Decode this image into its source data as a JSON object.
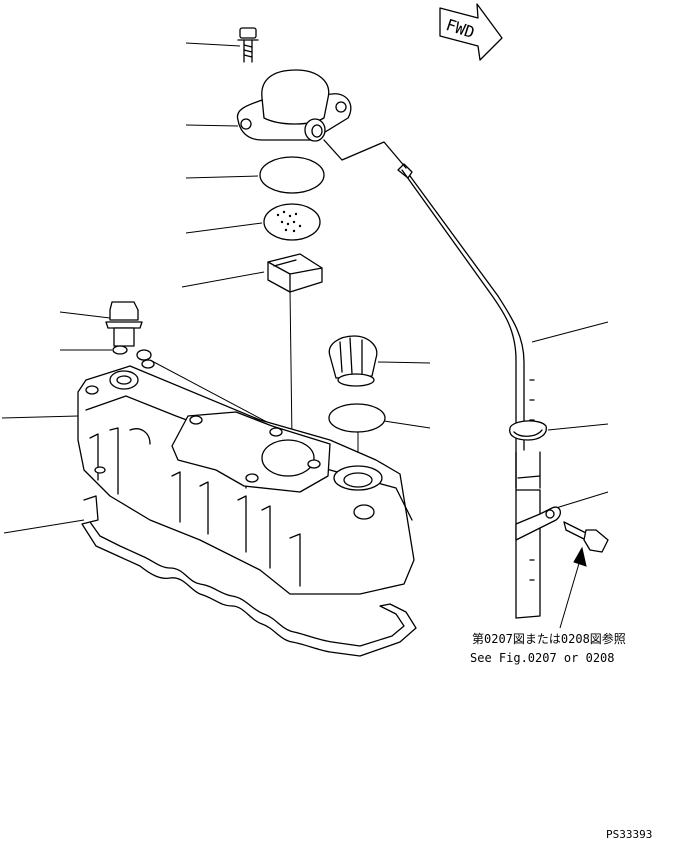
{
  "diagram": {
    "fwd_label": "FWD",
    "reference_jp": "第0207図または0208図参照",
    "reference_en": "See Fig.0207 or 0208",
    "drawing_code": "PS33393"
  }
}
